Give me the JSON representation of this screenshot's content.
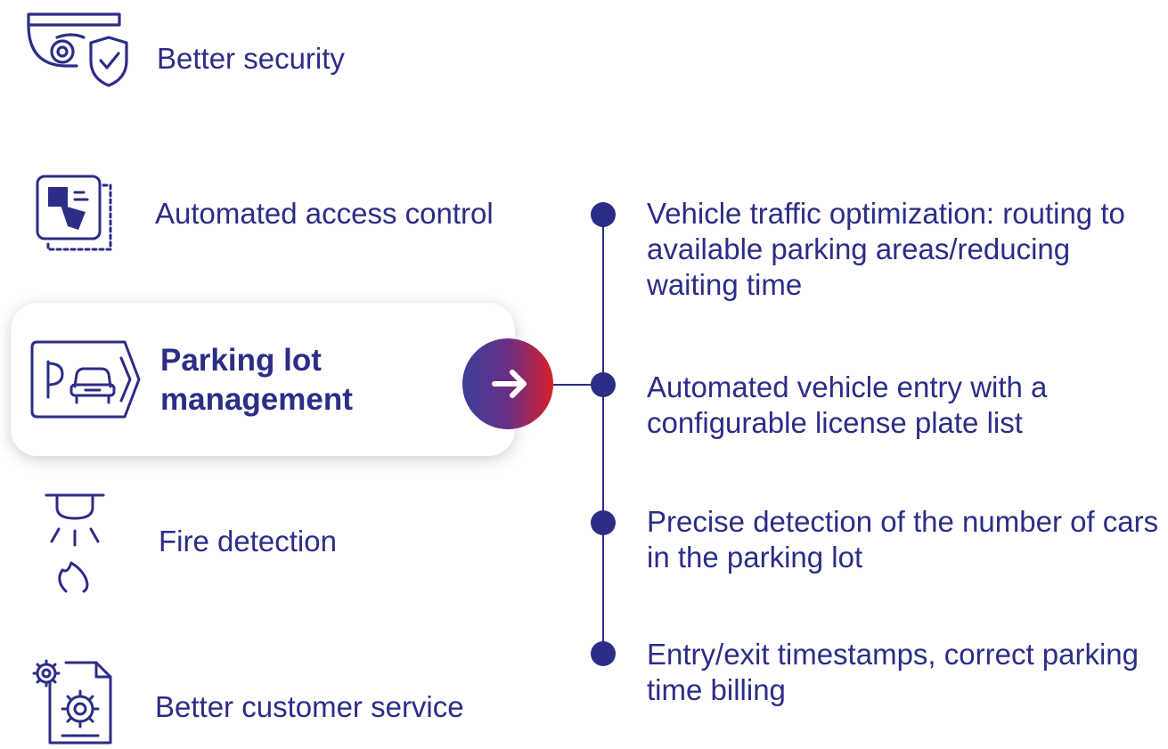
{
  "features": [
    {
      "label": "Better security",
      "icon": "security-camera-shield-icon"
    },
    {
      "label": "Automated access control",
      "icon": "access-control-card-icon"
    },
    {
      "label": "Fire detection",
      "icon": "fire-detector-icon"
    },
    {
      "label": "Better customer service",
      "icon": "service-gear-document-icon"
    }
  ],
  "highlight": {
    "title": "Parking lot management",
    "icon": "parking-car-icon",
    "action_icon": "arrow-right-icon"
  },
  "benefits": [
    "Vehicle traffic optimization: routing to available parking areas/reducing waiting time",
    "Automated vehicle entry with a configurable license plate list",
    "Precise detection of the number of cars in the parking lot",
    "Entry/exit timestamps, correct parking time billing"
  ],
  "colors": {
    "primary": "#2b2d86",
    "gradient_start": "#3b3f9a",
    "gradient_end": "#d62028",
    "background": "#ffffff"
  }
}
